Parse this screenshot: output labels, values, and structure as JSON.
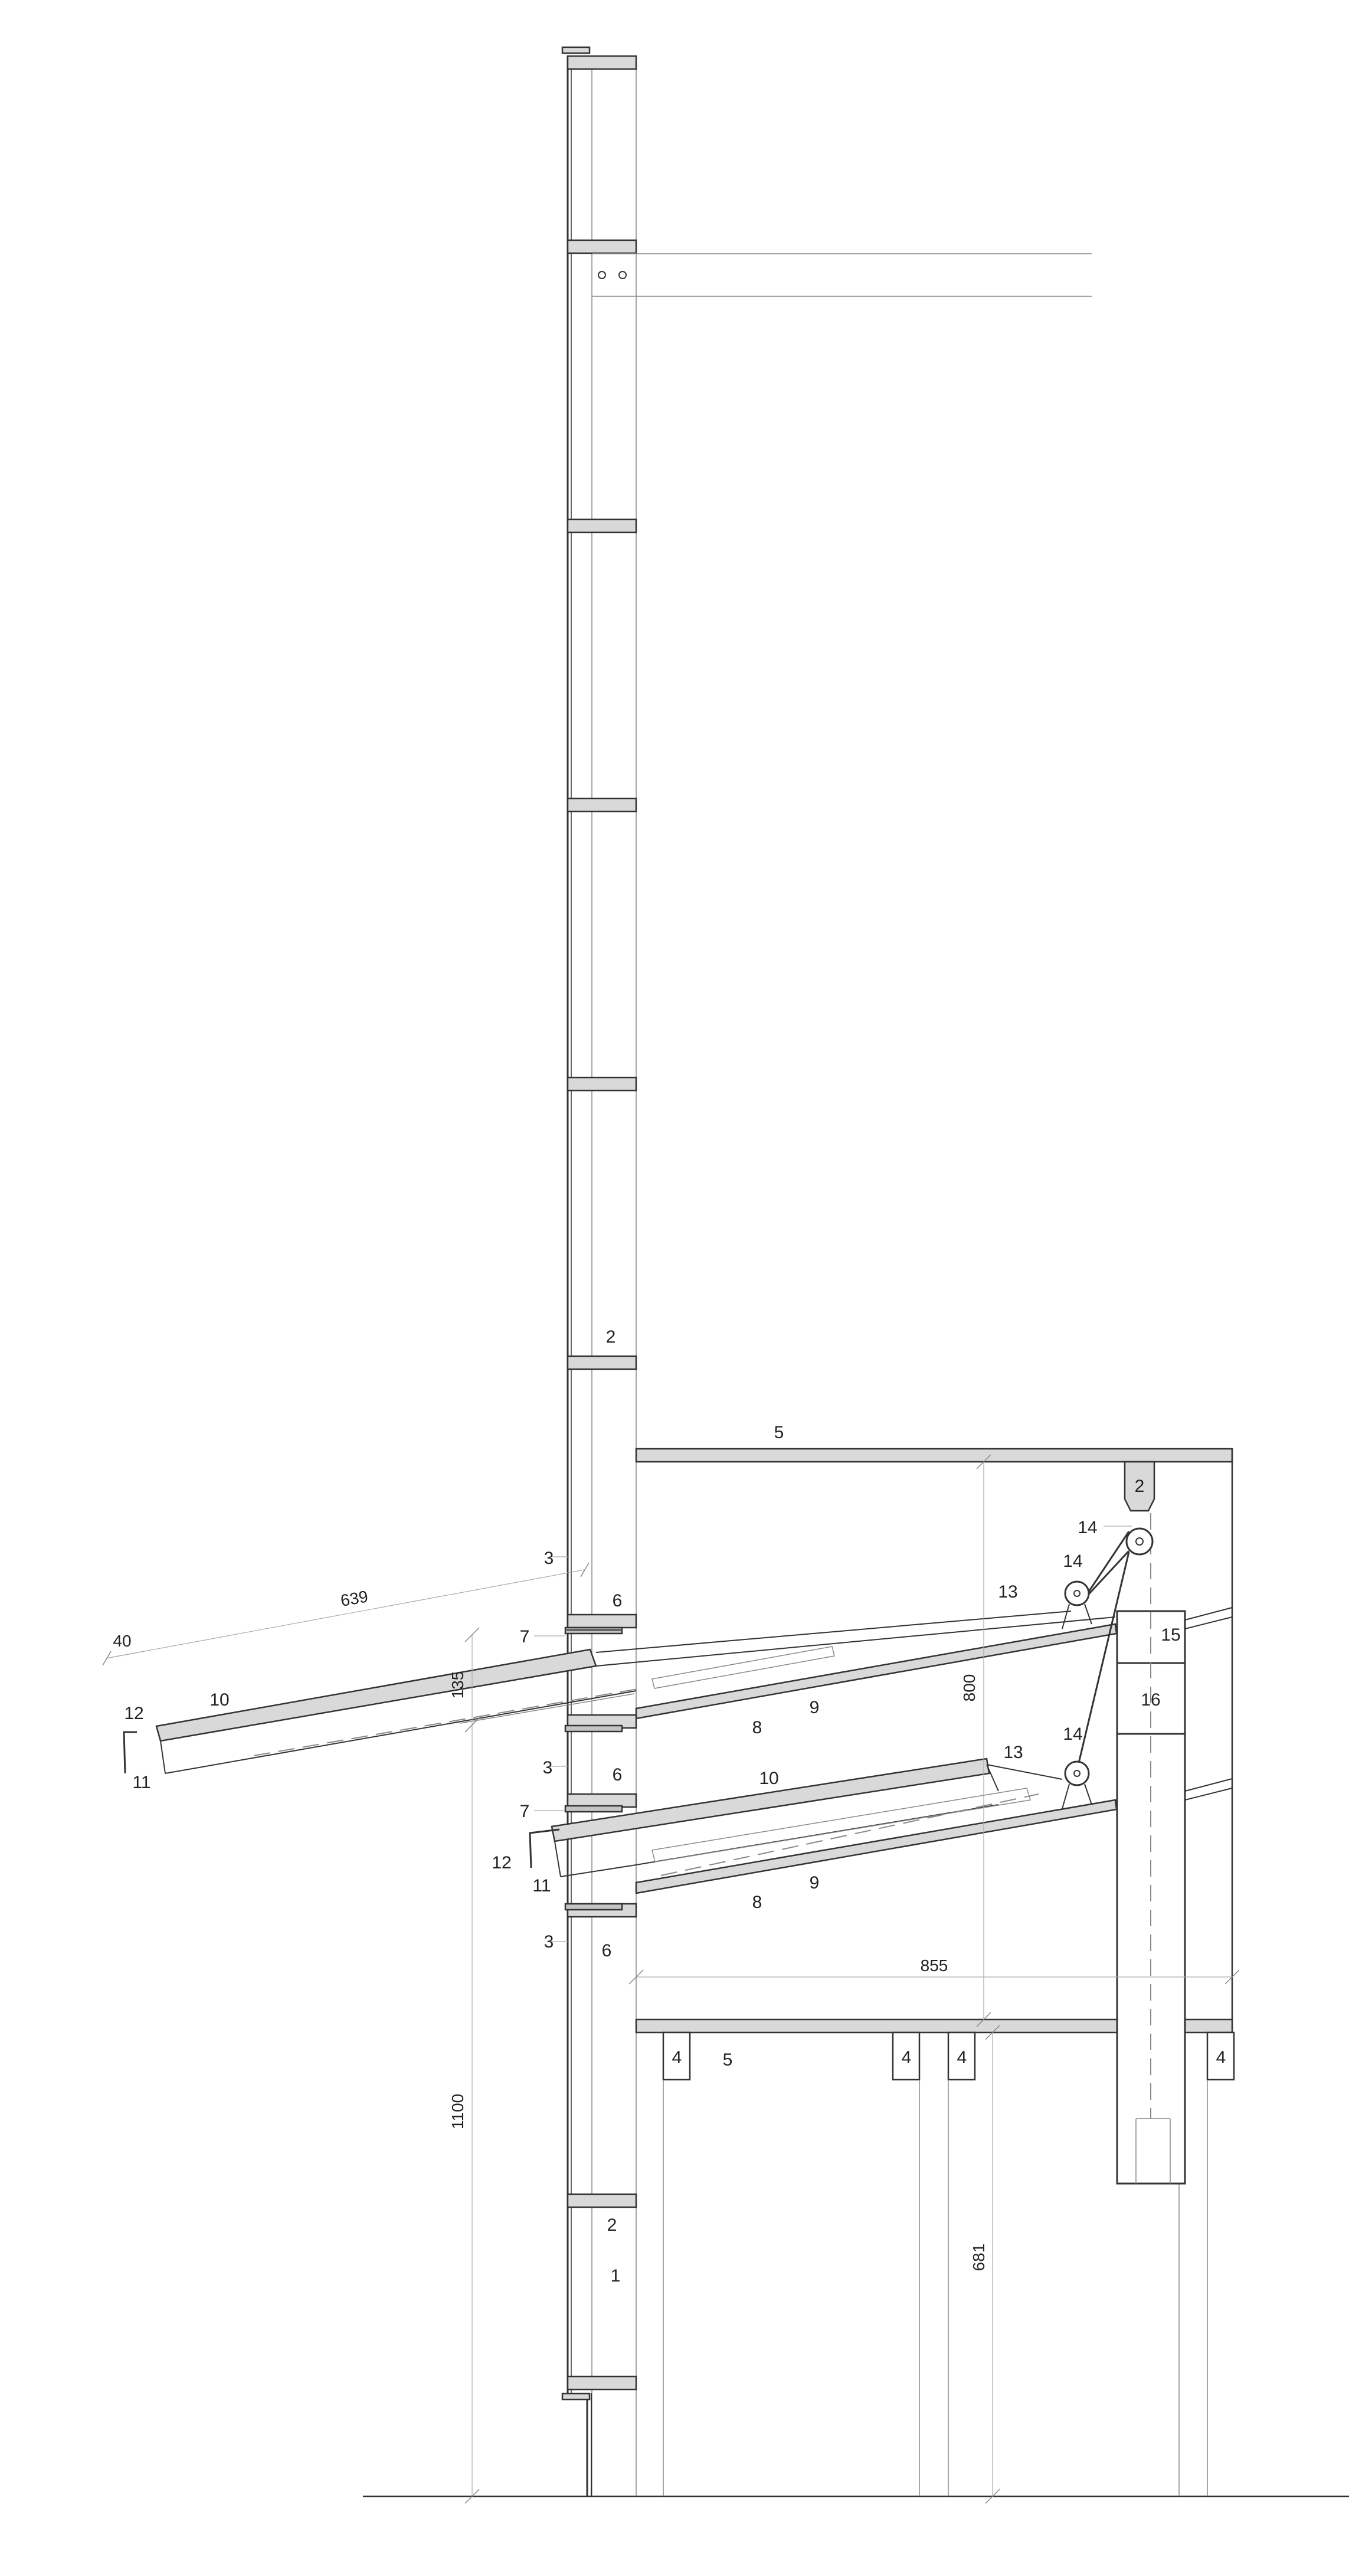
{
  "labels": {
    "top_2": "2",
    "bot_2": "2",
    "post_2": "2",
    "n1": "1",
    "n3a": "3",
    "n3b": "3",
    "n3c": "3",
    "n4a": "4",
    "n4b": "4",
    "n4c": "4",
    "n4d": "4",
    "n5a": "5",
    "n5b": "5",
    "n6a": "6",
    "n6b": "6",
    "n6c": "6",
    "n7a": "7",
    "n7b": "7",
    "n8a": "8",
    "n8b": "8",
    "n9a": "9",
    "n9b": "9",
    "n10a": "10",
    "n10b": "10",
    "n11a": "11",
    "n11b": "11",
    "n12a": "12",
    "n12b": "12",
    "n13a": "13",
    "n13b": "13",
    "n14a": "14",
    "n14b": "14",
    "n14c": "14",
    "n15": "15",
    "n16": "16"
  },
  "dimensions": {
    "d639": "639",
    "d40": "40",
    "d135": "135",
    "d800": "800",
    "d855": "855",
    "d1100": "1100",
    "d681": "681"
  }
}
